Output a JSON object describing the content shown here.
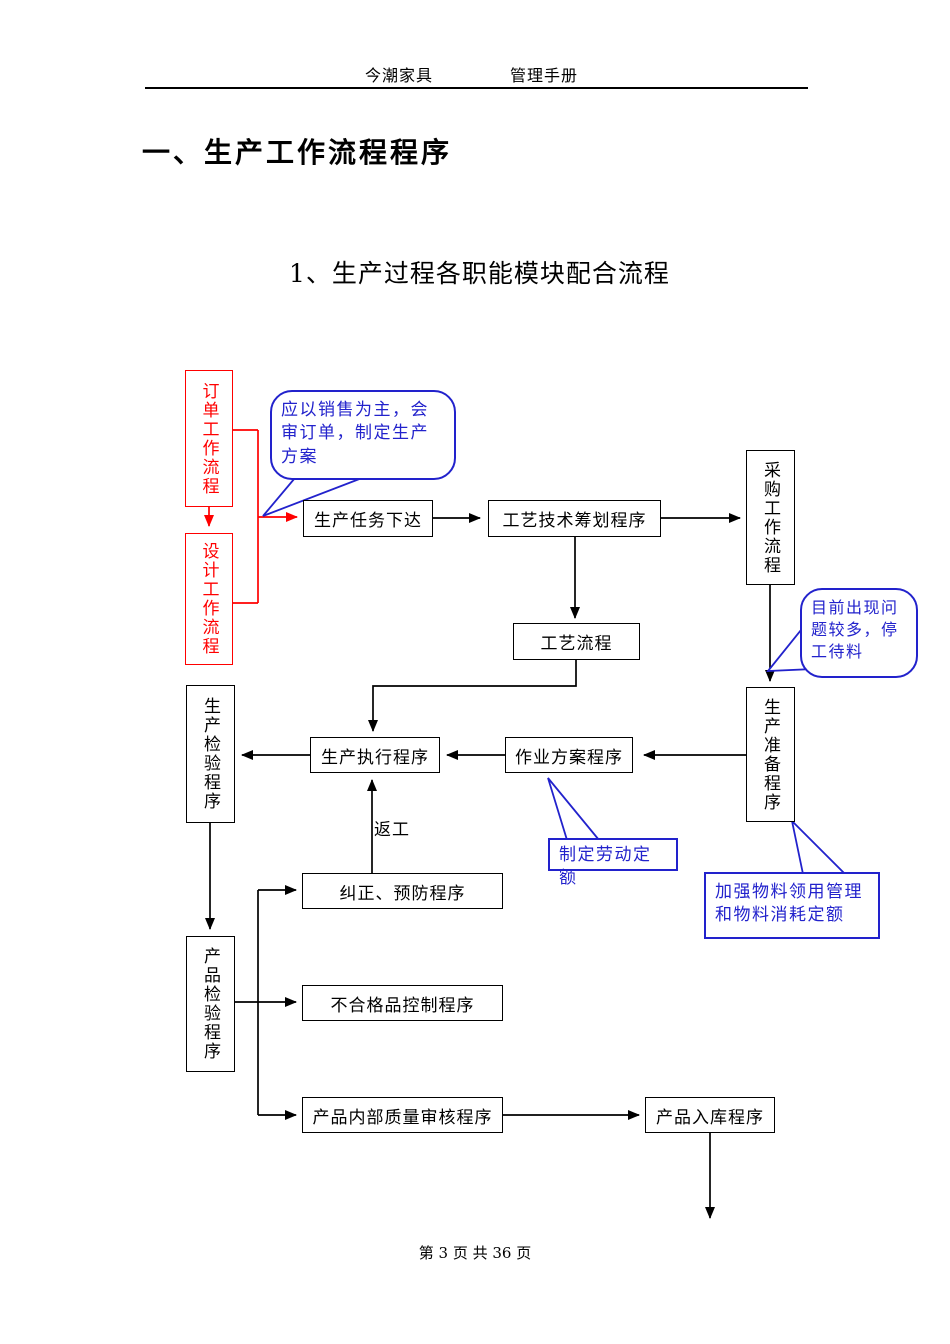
{
  "page": {
    "header_left": "今潮家具",
    "header_right": "管理手册",
    "title": "一、生产工作流程程序",
    "subtitle": "1、生产过程各职能模块配合流程",
    "footer": "第 3 页 共 36 页"
  },
  "colors": {
    "box_border": "#000000",
    "highlight_red": "#ff0000",
    "callout_blue": "#2222cc"
  },
  "flowchart": {
    "boxes": {
      "order_flow": "订单工作流程",
      "design_flow": "设计工作流程",
      "task_release": "生产任务下达",
      "tech_planning": "工艺技术筹划程序",
      "purchase_flow": "采购工作流程",
      "process_flow": "工艺流程",
      "prep_procedure": "生产准备程序",
      "work_plan": "作业方案程序",
      "exec_procedure": "生产执行程序",
      "prod_inspection": "生产检验程序",
      "correction": "纠正、预防程序",
      "product_inspection": "产品检验程序",
      "nonconforming": "不合格品控制程序",
      "internal_audit": "产品内部质量审核程序",
      "warehousing": "产品入库程序"
    },
    "callouts": {
      "sales_note": "应以销售为主，会审订单，制定生产方案",
      "shortage_note": "目前出现问题较多，停工待料",
      "labor_quota": "制定劳动定额",
      "material_quota": "加强物料领用管理和物料消耗定额"
    },
    "labels": {
      "rework": "返工"
    }
  }
}
